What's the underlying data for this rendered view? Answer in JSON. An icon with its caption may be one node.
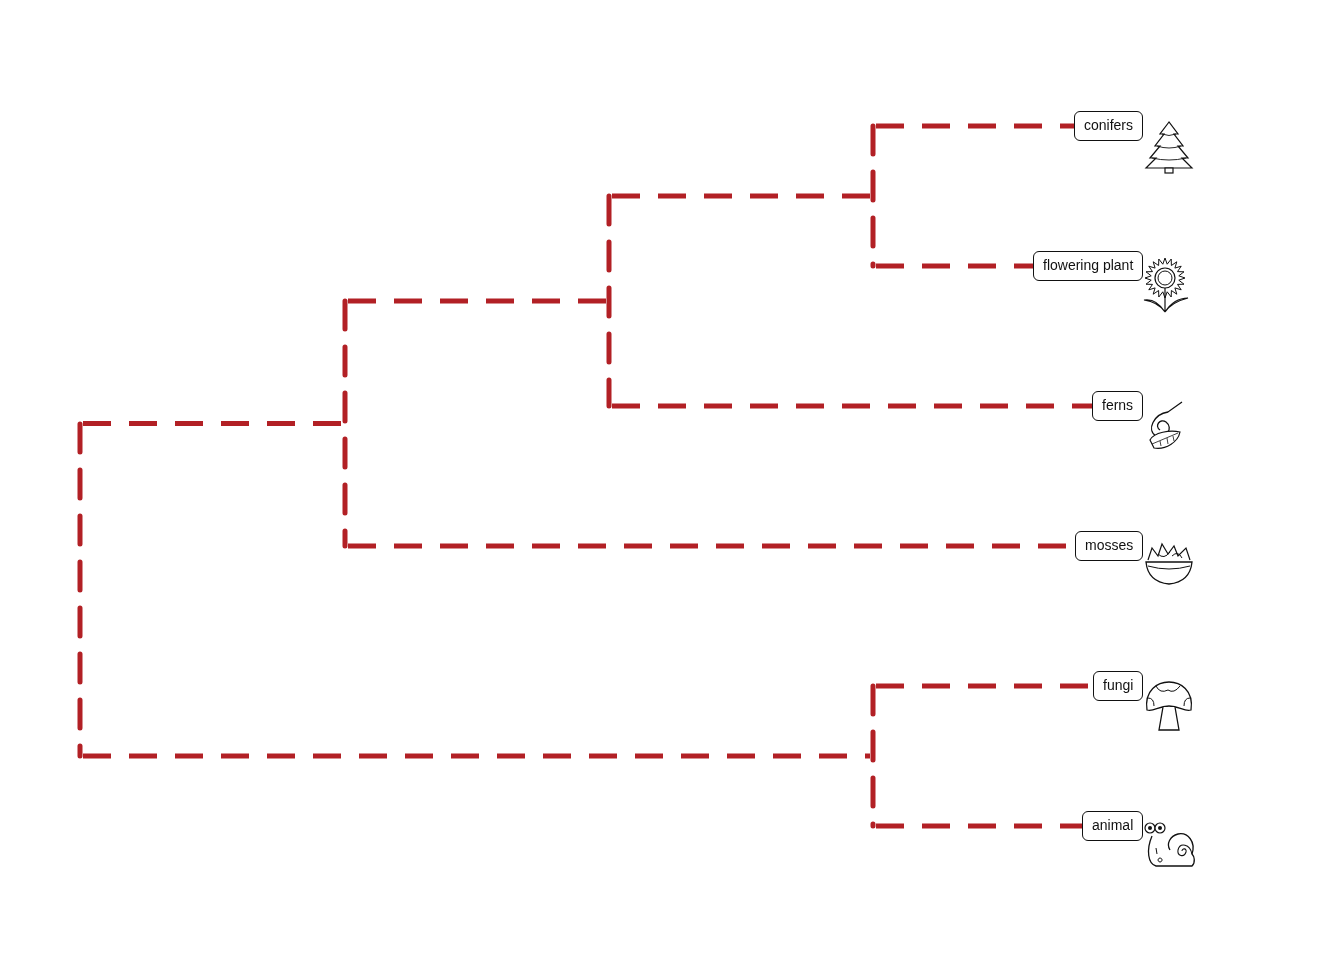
{
  "diagram": {
    "nodes": [
      {
        "text": [],
        "shape": "bar"
      },
      {
        "text": [],
        "shape": "bar"
      },
      {
        "text": [],
        "shape": "bar"
      },
      {
        "text": [],
        "shape": "bar"
      },
      {
        "text": [
          "conifers"
        ]
      },
      {
        "text": [
          "flowering plant"
        ]
      },
      {
        "text": [
          "ferns"
        ]
      },
      {
        "text": [
          "mosses"
        ]
      },
      {
        "text": [],
        "shape": "bar"
      },
      {
        "text": [
          "fungi"
        ]
      },
      {
        "text": [
          "animal"
        ]
      }
    ],
    "edges": [
      {
        "from": 0,
        "to": 1,
        "arrow": "none",
        "style": "dashed"
      },
      {
        "from": 0,
        "to": 8,
        "arrow": "none",
        "style": "dashed"
      },
      {
        "from": 1,
        "to": 2,
        "arrow": "none",
        "style": "dashed"
      },
      {
        "from": 1,
        "to": 7,
        "arrow": "none",
        "style": "dashed"
      },
      {
        "from": 2,
        "to": 3,
        "arrow": "none",
        "style": "dashed"
      },
      {
        "from": 2,
        "to": 6,
        "arrow": "none",
        "style": "dashed"
      },
      {
        "from": 3,
        "to": 4,
        "arrow": "none",
        "style": "dashed"
      },
      {
        "from": 3,
        "to": 5,
        "arrow": "none",
        "style": "dashed"
      },
      {
        "from": 8,
        "to": 9,
        "arrow": "none",
        "style": "dashed"
      },
      {
        "from": 8,
        "to": 10,
        "arrow": "none",
        "style": "dashed"
      }
    ]
  }
}
